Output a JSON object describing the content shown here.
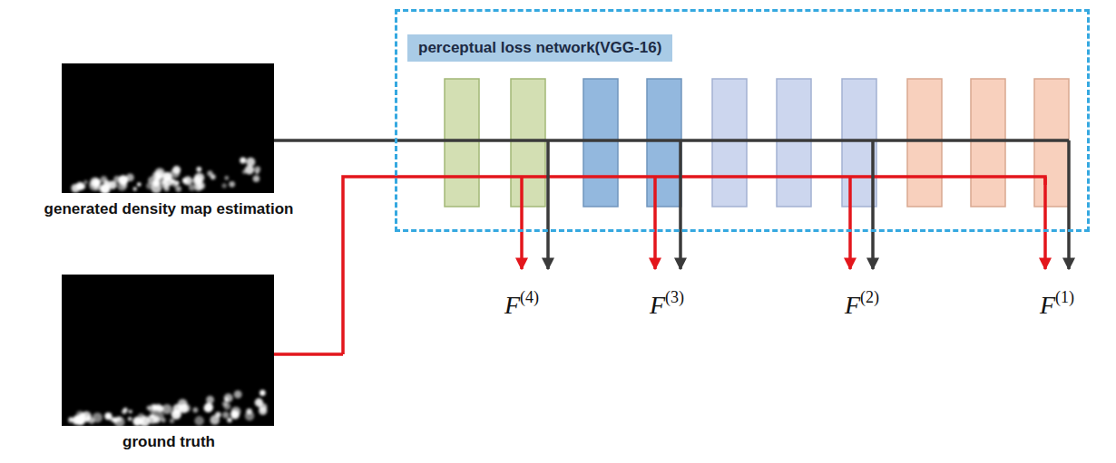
{
  "diagram": {
    "nodes": [
      {
        "text": [
          "generated density map estimation"
        ]
      },
      {
        "text": [
          "ground truth"
        ]
      },
      {
        "text": [
          "perceptual loss network(VGG-16)"
        ]
      }
    ],
    "labels": [
      "F(4)",
      "F(3)",
      "F(2)",
      "F(1)"
    ]
  }
}
